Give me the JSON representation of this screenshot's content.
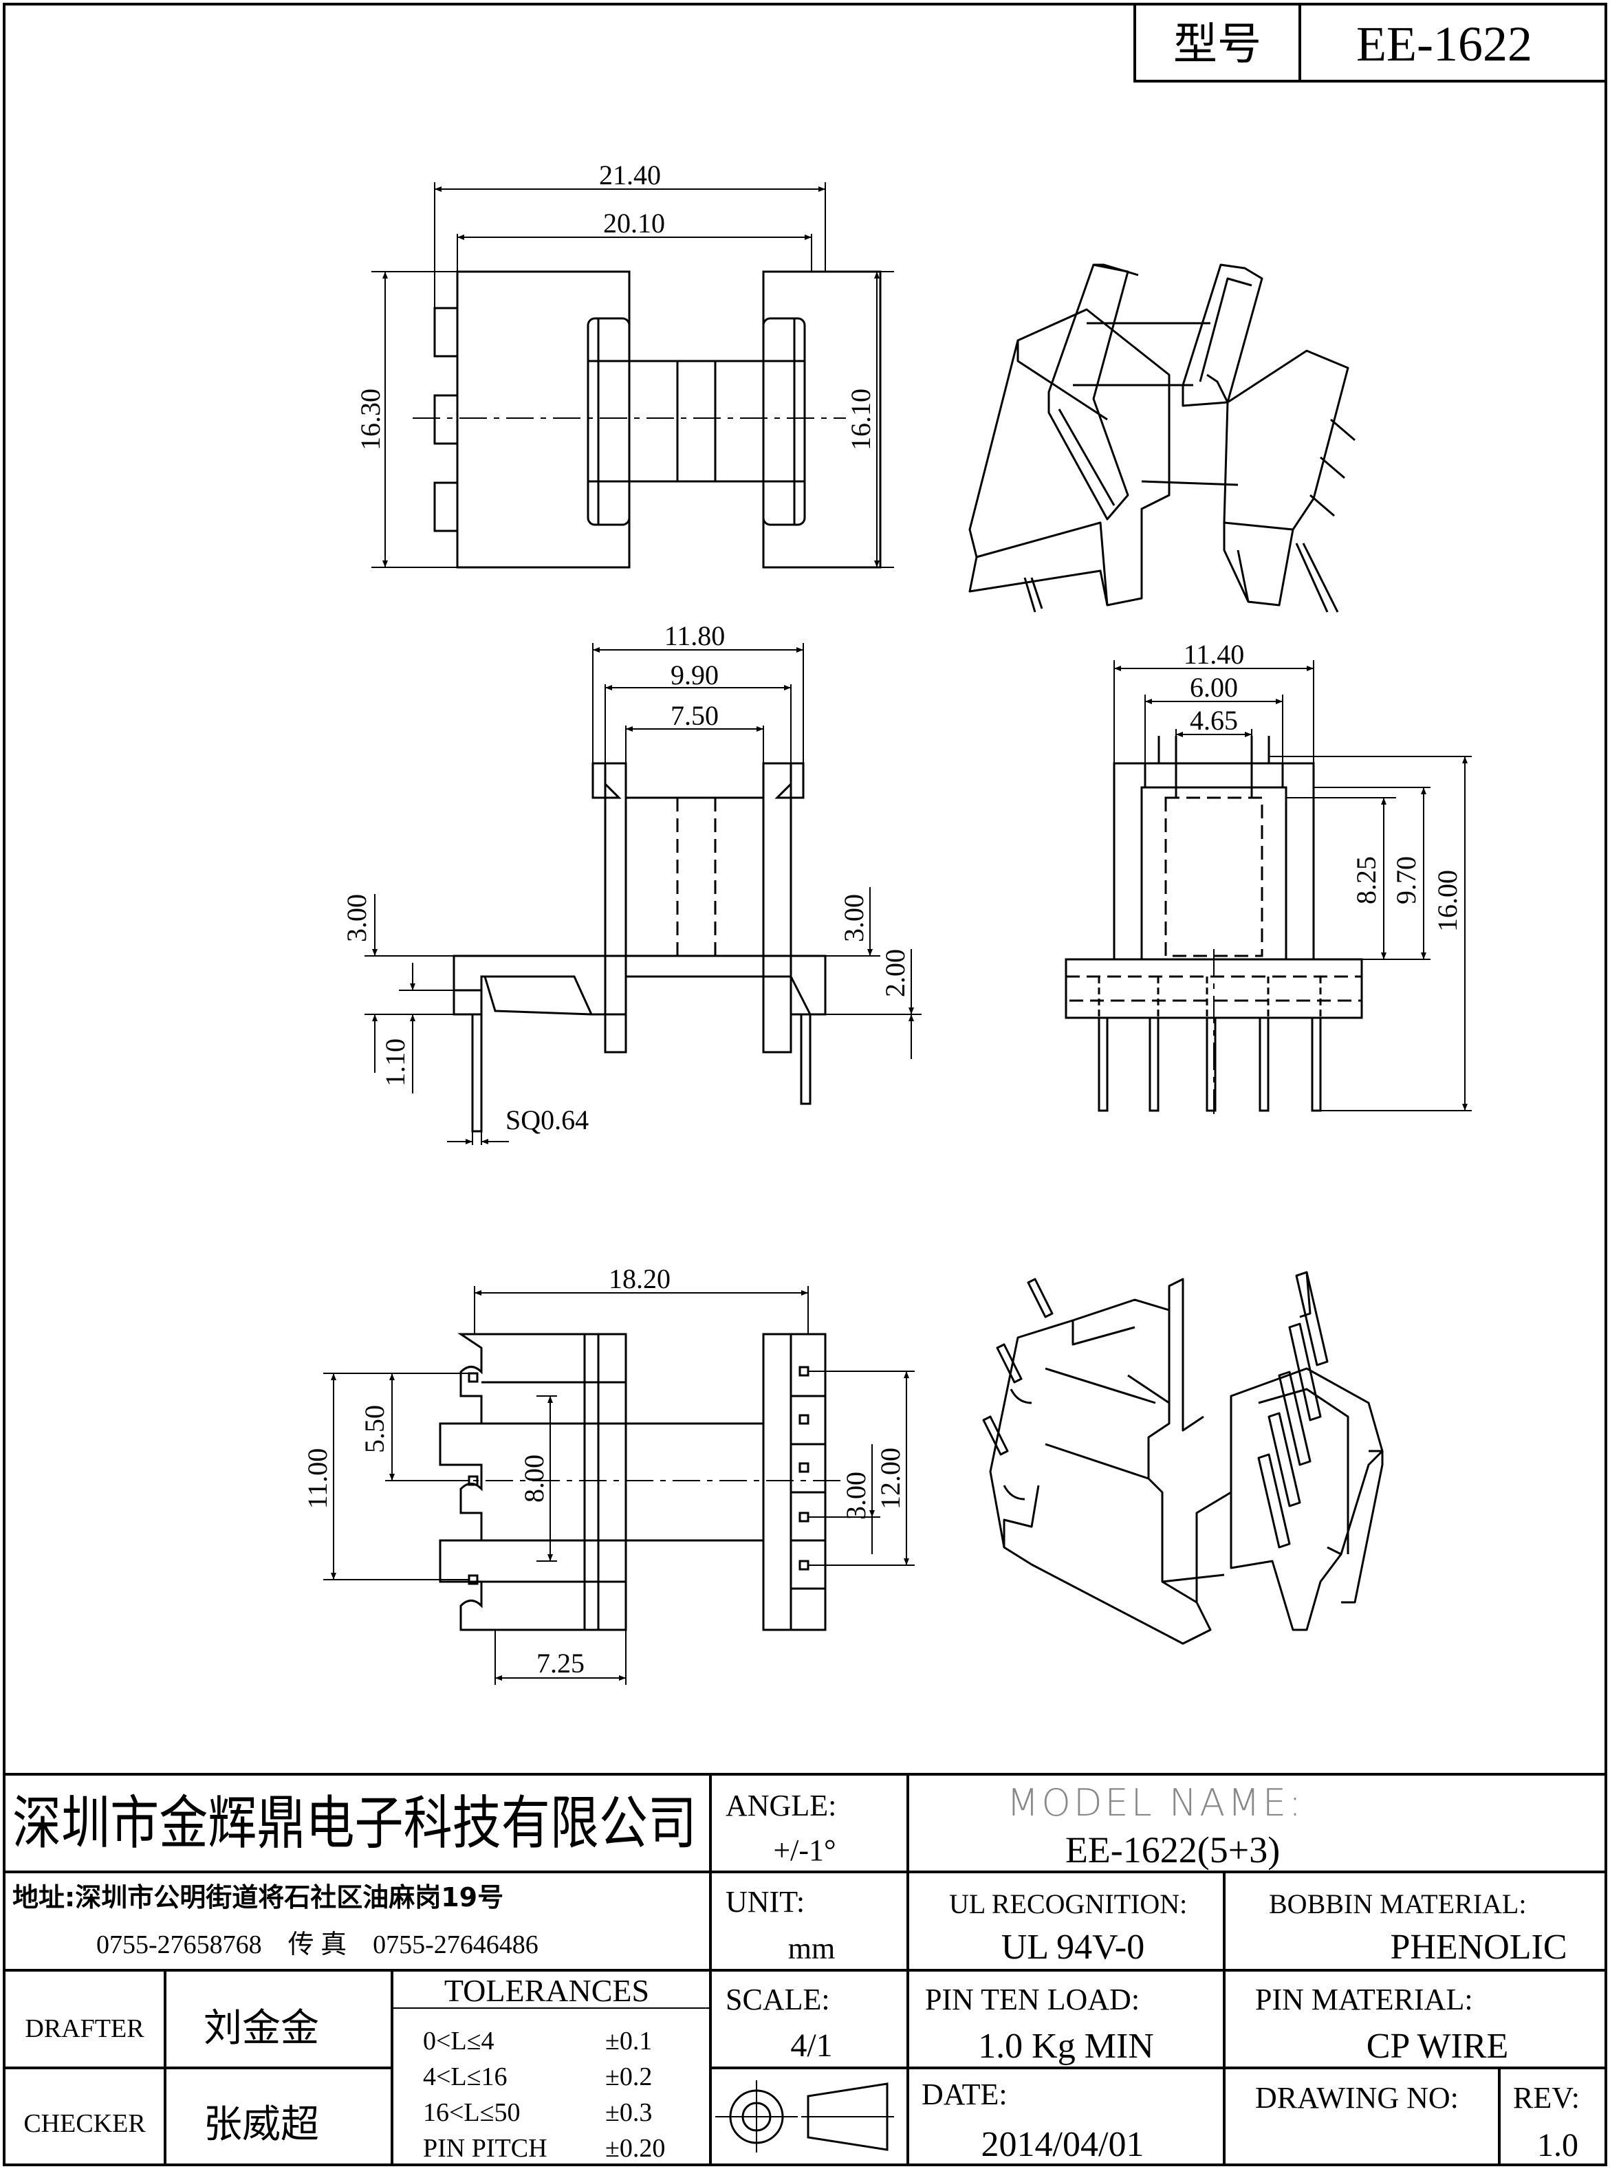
{
  "header": {
    "model_label": "型号",
    "model_value": "EE-1622"
  },
  "dims": {
    "d_21_40": "21.40",
    "d_20_10": "20.10",
    "d_16_30": "16.30",
    "d_16_10": "16.10",
    "d_11_80": "11.80",
    "d_9_90": "9.90",
    "d_7_50": "7.50",
    "d_3_00_left": "3.00",
    "d_3_00_right": "3.00",
    "d_2_00": "2.00",
    "d_1_10": "1.10",
    "sq": "SQ0.64",
    "d_11_40": "11.40",
    "d_6_00": "6.00",
    "d_4_65": "4.65",
    "d_8_25": "8.25",
    "d_9_70": "9.70",
    "d_16_00": "16.00",
    "d_18_20": "18.20",
    "d_11_00": "11.00",
    "d_5_50": "5.50",
    "d_8_00": "8.00",
    "d_3_00_bottom": "3.00",
    "d_12_00": "12.00",
    "d_7_25": "7.25"
  },
  "title_block": {
    "company": "深圳市金辉鼎电子科技有限公司",
    "address": "地址:深圳市公明街道将石社区油麻岗19号",
    "phone": "0755-27658768　传 真　0755-27646486",
    "angle_label": "ANGLE:",
    "angle_value": "+/-1°",
    "model_name_label": "MODEL NAME:",
    "model_name_value": "EE-1622(5+3)",
    "unit_label": "UNIT:",
    "unit_value": "mm",
    "ul_label": "UL RECOGNITION:",
    "ul_value": "UL 94V-0",
    "bobbin_label": "BOBBIN MATERIAL:",
    "bobbin_value": "PHENOLIC",
    "drafter_label": "DRAFTER",
    "drafter_name": "刘金金",
    "checker_label": "CHECKER",
    "checker_name": "张威超",
    "tolerances_label": "TOLERANCES",
    "tolerances": [
      {
        "range": "0<L≤4",
        "value": "±0.1"
      },
      {
        "range": "4<L≤16",
        "value": "±0.2"
      },
      {
        "range": "16<L≤50",
        "value": "±0.3"
      },
      {
        "range": "PIN PITCH",
        "value": "±0.20"
      }
    ],
    "scale_label": "SCALE:",
    "scale_value": "4/1",
    "pin_load_label": "PIN TEN LOAD:",
    "pin_load_value": "1.0 Kg MIN",
    "pin_material_label": "PIN MATERIAL:",
    "pin_material_value": "CP WIRE",
    "date_label": "DATE:",
    "date_value": "2014/04/01",
    "drawing_no_label": "DRAWING NO:",
    "rev_label": "REV:",
    "rev_value": "1.0"
  }
}
